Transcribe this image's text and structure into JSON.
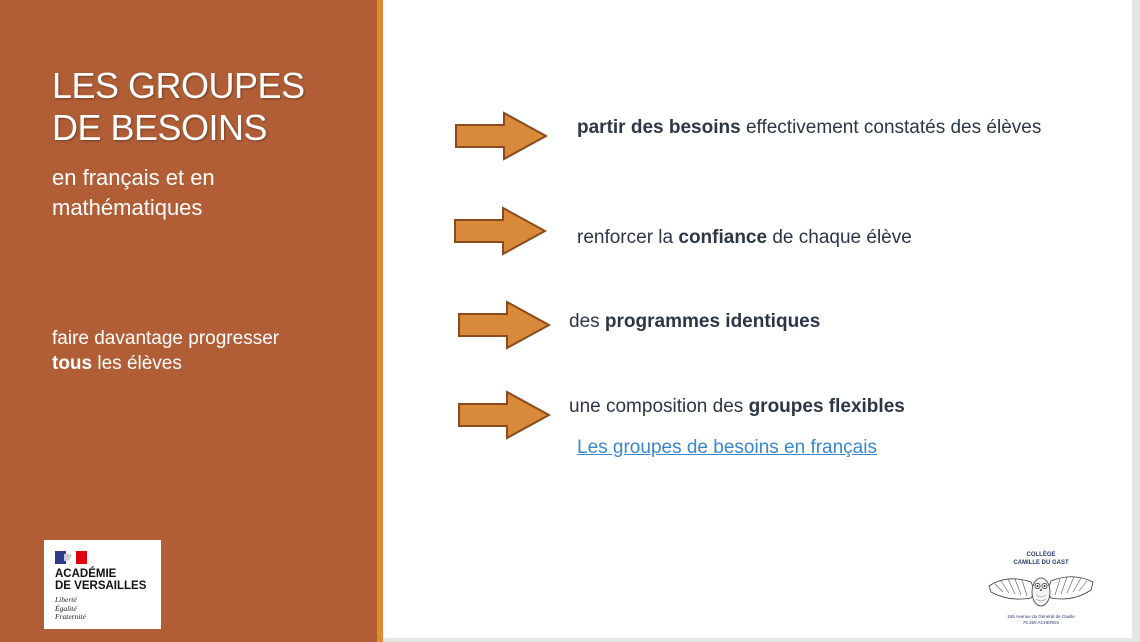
{
  "left": {
    "title_line1": "LES GROUPES",
    "title_line2": "DE BESOINS",
    "subtitle_line1": "en français et en",
    "subtitle_line2": "mathématiques",
    "note_text": "faire davantage progresser",
    "note_bold": "tous",
    "note_rest": " les élèves"
  },
  "logo": {
    "line1": "ACADÉMIE",
    "line2": "DE VERSAILLES",
    "motto": [
      "Liberté",
      "Égalité",
      "Fraternité"
    ]
  },
  "items": [
    {
      "bold": "partir des besoins",
      "rest": " effectivement constatés des élèves"
    },
    {
      "pre": "renforcer la ",
      "bold": "confiance",
      "post": " de chaque élève"
    },
    {
      "pre": "des ",
      "bold": "programmes identiques"
    },
    {
      "pre": "une composition des ",
      "bold": "groupes flexibles"
    }
  ],
  "link": "Les groupes de besoins en français",
  "college": {
    "line1": "COLLÈGE",
    "line2": "CAMILLE DU GAST",
    "address_line1": "165 Avenue du Général de Gaulle",
    "address_line2": "78 260 ACHERES"
  },
  "colors": {
    "panel": "#b15e36",
    "accent": "#e08a34",
    "arrow_fill": "#d8893a",
    "arrow_stroke": "#8c4b1c",
    "text": "#2c3645",
    "link": "#3a87cf"
  },
  "icons": {
    "arrow": "right-arrow-icon",
    "flag": "marianne-flag-icon",
    "owl": "owl-icon"
  }
}
